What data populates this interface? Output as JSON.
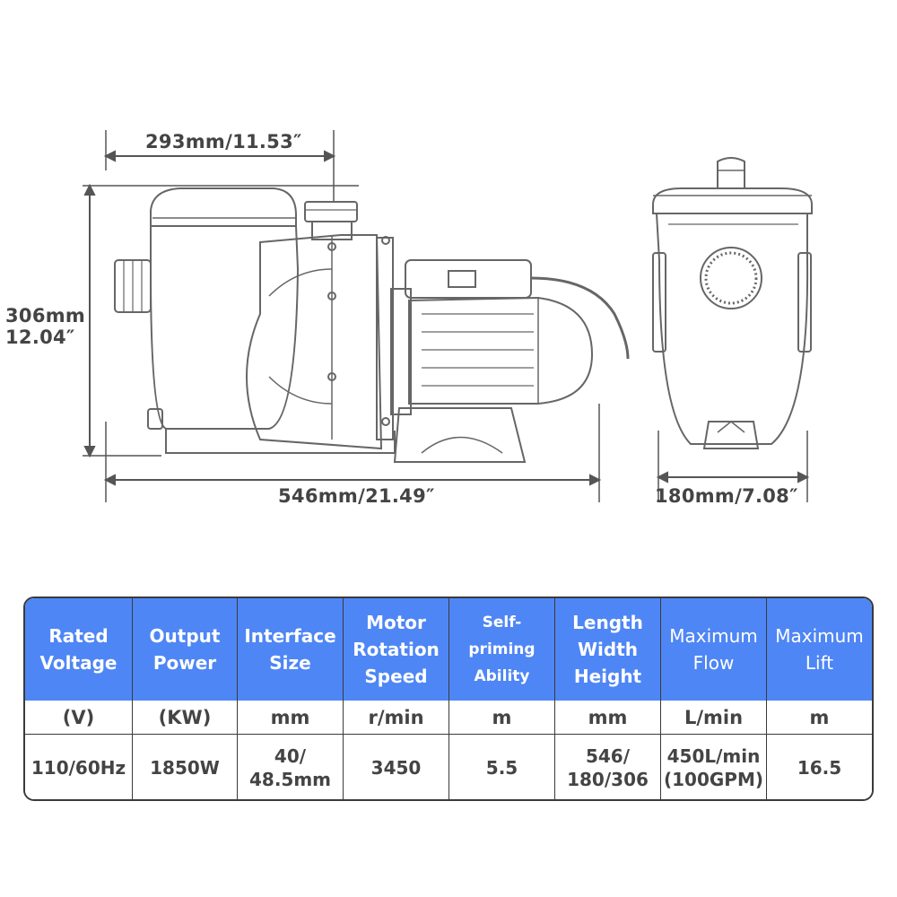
{
  "dimensions": {
    "inlet_width": "293mm/11.53″",
    "height_mm": "306mm",
    "height_in": "12.04″",
    "total_length": "546mm/21.49″",
    "width": "180mm/7.08″"
  },
  "icons": [
    "pool-pump-side-view",
    "pool-pump-front-view"
  ],
  "table": {
    "headers": [
      "Rated\nVoltage",
      "Output\nPower",
      "Interface\nSize",
      "Motor\nRotation\nSpeed",
      "Self-priming\nAbility",
      "Length\nWidth\nHeight",
      "Maximum\nFlow",
      "Maximum\nLift"
    ],
    "units": [
      "(V)",
      "(KW)",
      "mm",
      "r/min",
      "m",
      "mm",
      "L/min",
      "m"
    ],
    "values": [
      "110/60Hz",
      "1850W",
      "40/\n48.5mm",
      "3450",
      "5.5",
      "546/\n180/306",
      "450L/min\n(100GPM)",
      "16.5"
    ],
    "colors": {
      "header_bg": "#4f86f5",
      "header_text": "#ffffff",
      "border": "#3a3a3a"
    }
  }
}
